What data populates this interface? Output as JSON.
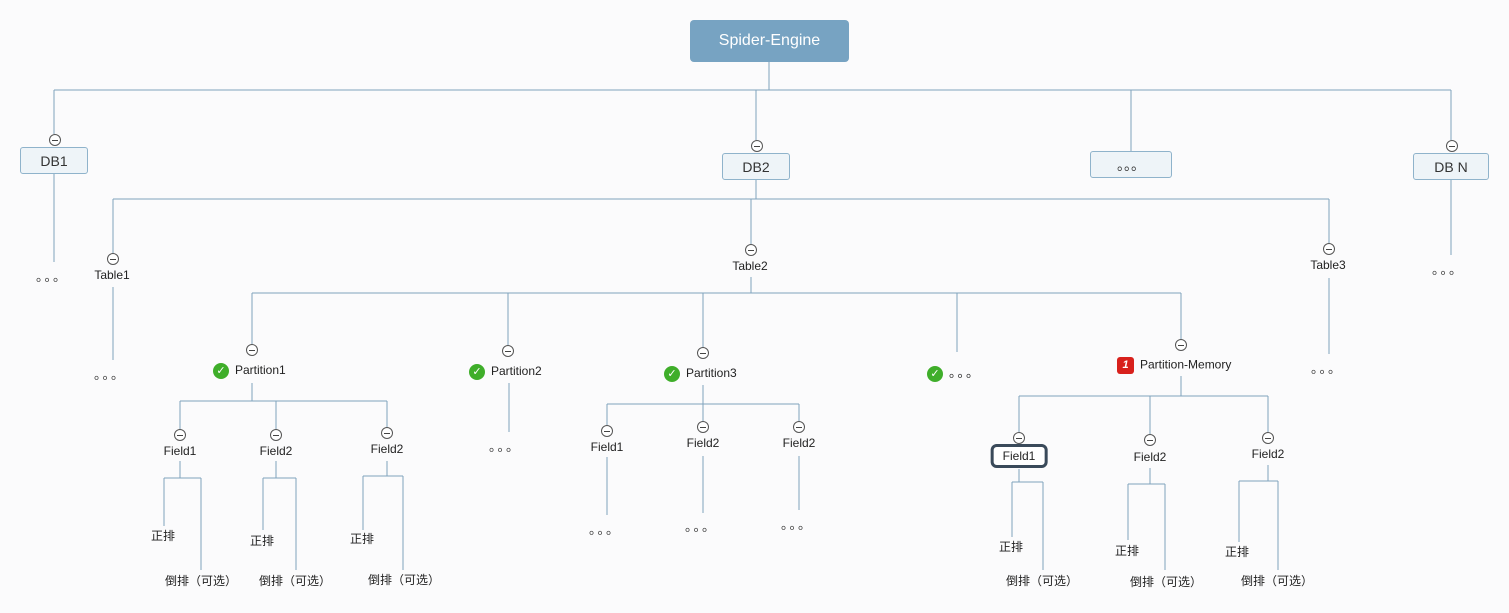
{
  "root": "Spider-Engine",
  "dbs": {
    "db1": "DB1",
    "db2": "DB2",
    "db_more": "。。。",
    "dbn": "DB N"
  },
  "tables": {
    "t1": "Table1",
    "t2": "Table2",
    "t3": "Table3"
  },
  "partitions": {
    "p1": "Partition1",
    "p2": "Partition2",
    "p3": "Partition3",
    "p_more": "。。。",
    "pm": "Partition-Memory",
    "pm_badge": "1"
  },
  "fields": {
    "f1": "Field1",
    "f2": "Field2"
  },
  "index": {
    "forward": "正排",
    "inverted": "倒排（可选）"
  },
  "ellipsis": "。。。",
  "icons": {
    "collapse": "collapse-minus-icon",
    "check": "green-check-icon",
    "priority": "priority-1-icon"
  },
  "colors": {
    "root_fill": "#77a3c2",
    "box_fill": "#eef4f8",
    "line": "#7fa3bd",
    "check": "#3fae2a",
    "flag": "#d8211c"
  }
}
